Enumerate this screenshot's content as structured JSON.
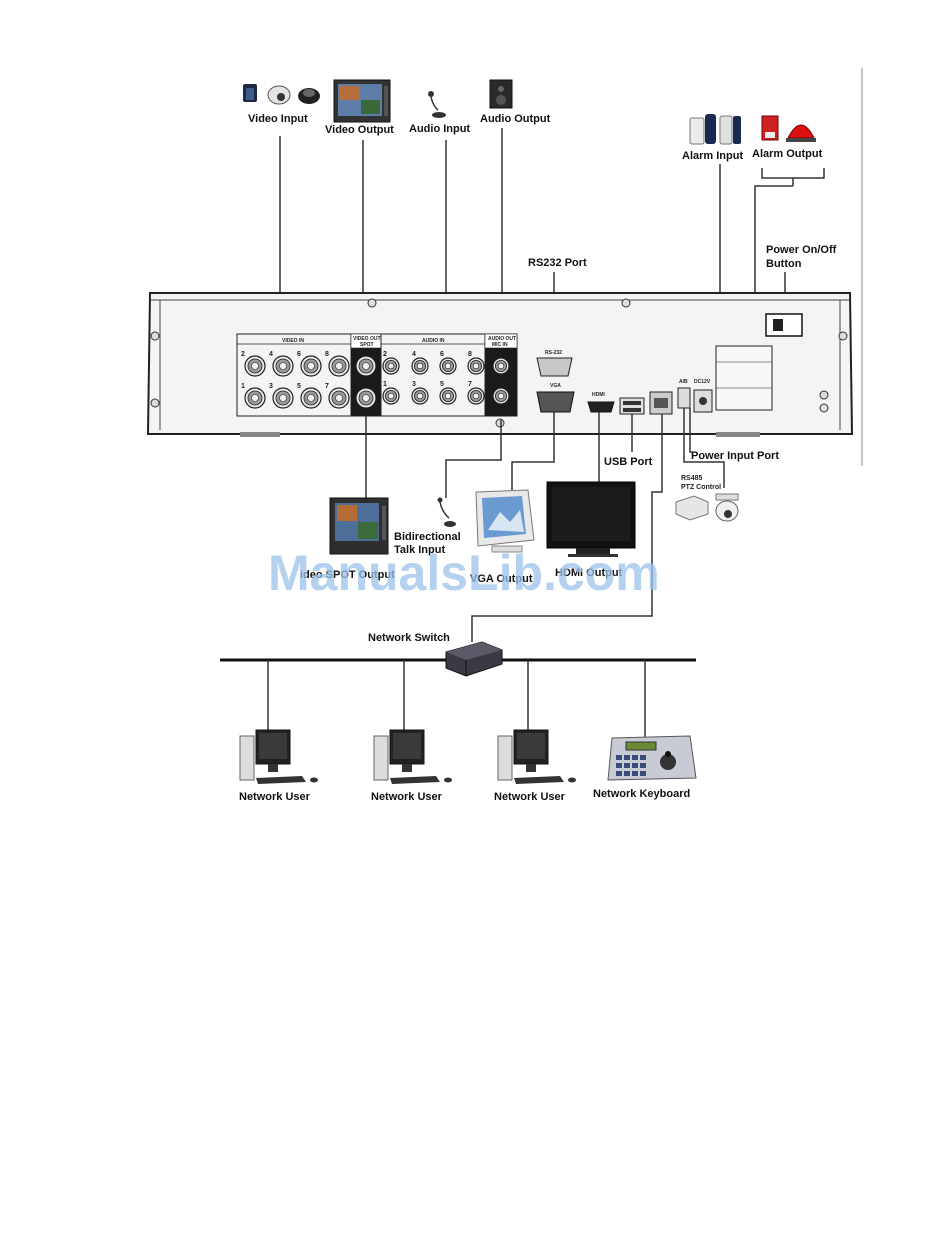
{
  "labels": {
    "video_input": "Video Input",
    "video_output": "Video Output",
    "audio_input": "Audio Input",
    "audio_output": "Audio Output",
    "alarm_input": "Alarm Input",
    "alarm_output": "Alarm Output",
    "rs232_port": "RS232 Port",
    "power_button_line1": "Power On/Off",
    "power_button_line2": "Button",
    "usb_port": "USB Port",
    "power_input_port": "Power Input Port",
    "rs485_line1": "RS485",
    "rs485_line2": "PTZ Control",
    "bidirectional_line1": "Bidirectional",
    "bidirectional_line2": "Talk  Input",
    "video_spot_output": "ideo SPOT Output",
    "vga_output": "VGA Output",
    "hdmi_output": "HDMI Output",
    "network_switch": "Network Switch",
    "network_user": "Network User",
    "network_keyboard": "Network Keyboard"
  },
  "panel_text": {
    "video_in": "VIDEO IN",
    "video_out": "VIDEO OUT",
    "spot": "SPOT",
    "audio_in": "AUDIO IN",
    "audio_out": "AUDIO OUT",
    "mic_in": "MIC IN",
    "rs232": "RS-232",
    "vga": "VGA",
    "hdmi": "HDMI",
    "ab": "A/B",
    "dc12v": "DC12V",
    "video_top_nums": [
      "2",
      "4",
      "6",
      "8"
    ],
    "video_bottom_nums": [
      "1",
      "3",
      "5",
      "7"
    ],
    "audio_top_nums": [
      "2",
      "4",
      "6",
      "8"
    ],
    "audio_bottom_nums": [
      "1",
      "3",
      "5",
      "7"
    ]
  },
  "watermark": "ManualsLib.com"
}
